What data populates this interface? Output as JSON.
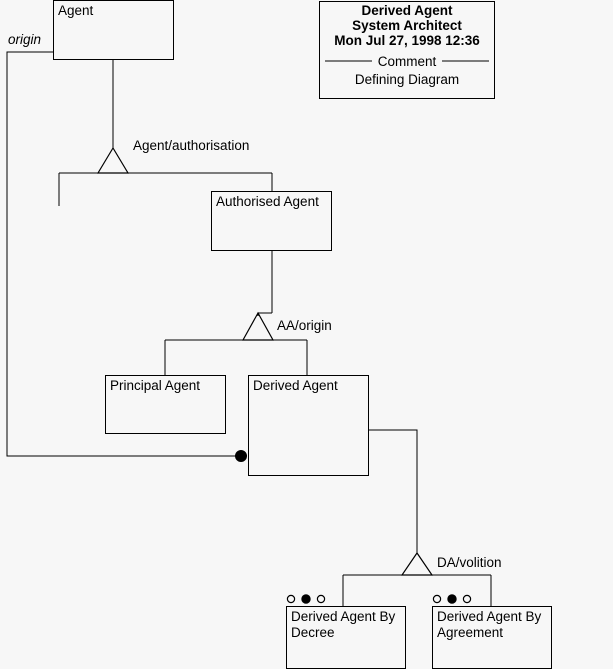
{
  "diagram": {
    "title_block": {
      "name": "title-block",
      "line1": "Derived Agent",
      "line2": "System Architect",
      "line3": "Mon Jul 27, 1998  12:36",
      "separator_label": "Comment",
      "comment": "Defining Diagram"
    },
    "classes": [
      {
        "id": "agent",
        "label": "Agent"
      },
      {
        "id": "authorised-agent",
        "label": "Authorised Agent"
      },
      {
        "id": "principal-agent",
        "label": "Principal Agent"
      },
      {
        "id": "derived-agent",
        "label": "Derived Agent"
      },
      {
        "id": "derived-agent-by-decree",
        "label_line1": "Derived Agent By",
        "label_line2": "Decree"
      },
      {
        "id": "derived-agent-by-agreement",
        "label_line1": "Derived Agent By",
        "label_line2": "Agreement"
      }
    ],
    "associations": [
      {
        "id": "agent-authorisation",
        "label": "Agent/authorisation"
      },
      {
        "id": "aa-origin",
        "label": "AA/origin"
      },
      {
        "id": "da-volition",
        "label": "DA/volition"
      }
    ],
    "roles": [
      {
        "id": "origin-role",
        "label": "origin"
      }
    ],
    "markers": {
      "composition_dot": "filled-circle",
      "constraint_open": "open-circle"
    },
    "colors": {
      "background": "#f7f7f7",
      "line": "#000000",
      "fill": "#f7f7f7",
      "text": "#000000"
    }
  }
}
